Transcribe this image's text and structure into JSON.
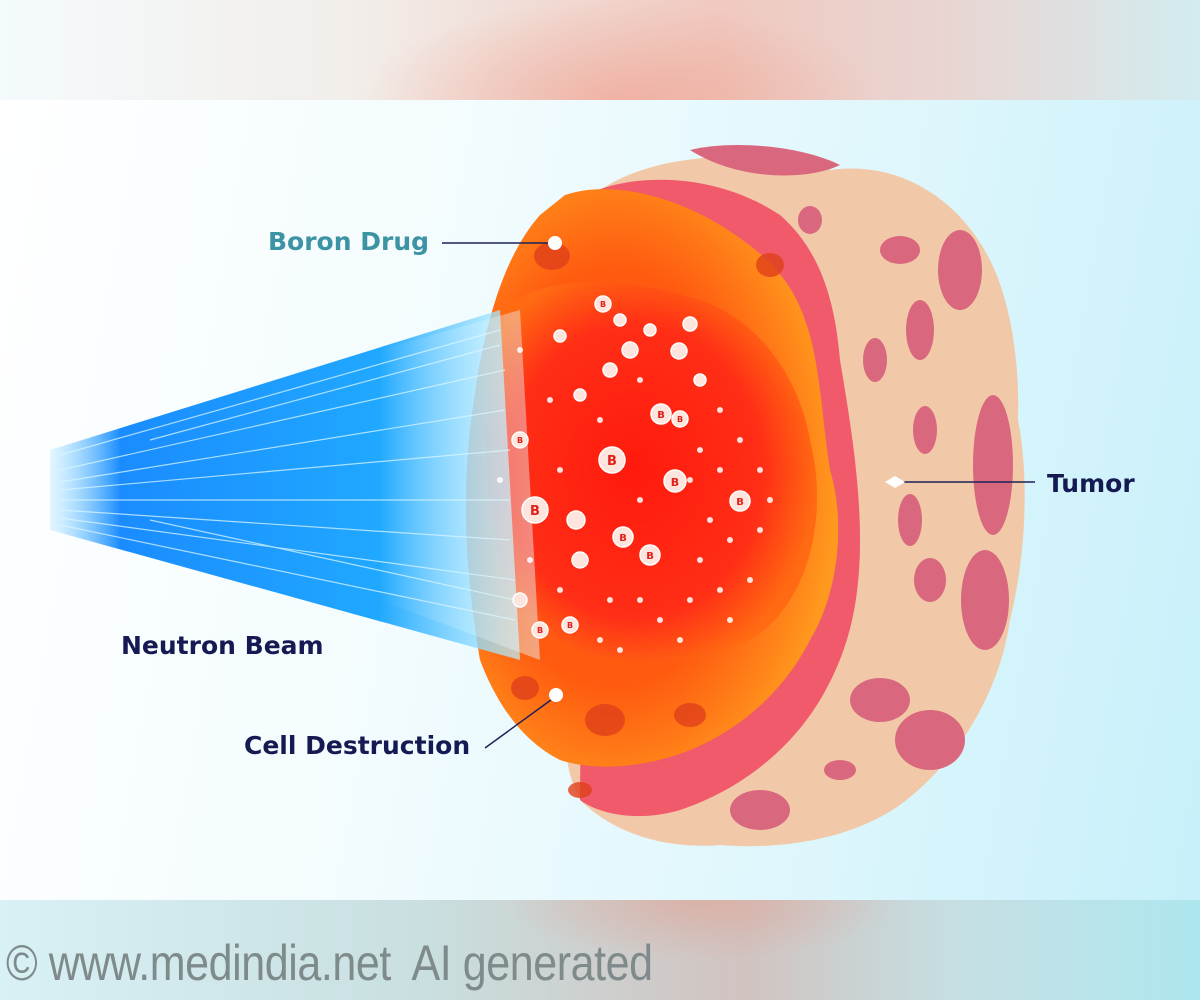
{
  "diagram": {
    "subject": "Boron neutron capture therapy illustration",
    "labels": {
      "boron_drug": "Boron Drug",
      "neutron_beam": "Neutron Beam",
      "cell_destruction": "Cell Destruction",
      "tumor": "Tumor"
    },
    "particle_symbol": "B",
    "colors": {
      "beam": "#1e90ff",
      "beam_light": "#9fe6ff",
      "tumor_core": "#ff2a1a",
      "tumor_rim": "#ff8a10",
      "tumor_tissue": "#f2c4a6",
      "tumor_vessels": "#d9687e",
      "label_teal": "#3c93a3",
      "label_navy": "#161a52"
    }
  },
  "footer": {
    "watermark": "© www.medindia.net  AI generated"
  }
}
